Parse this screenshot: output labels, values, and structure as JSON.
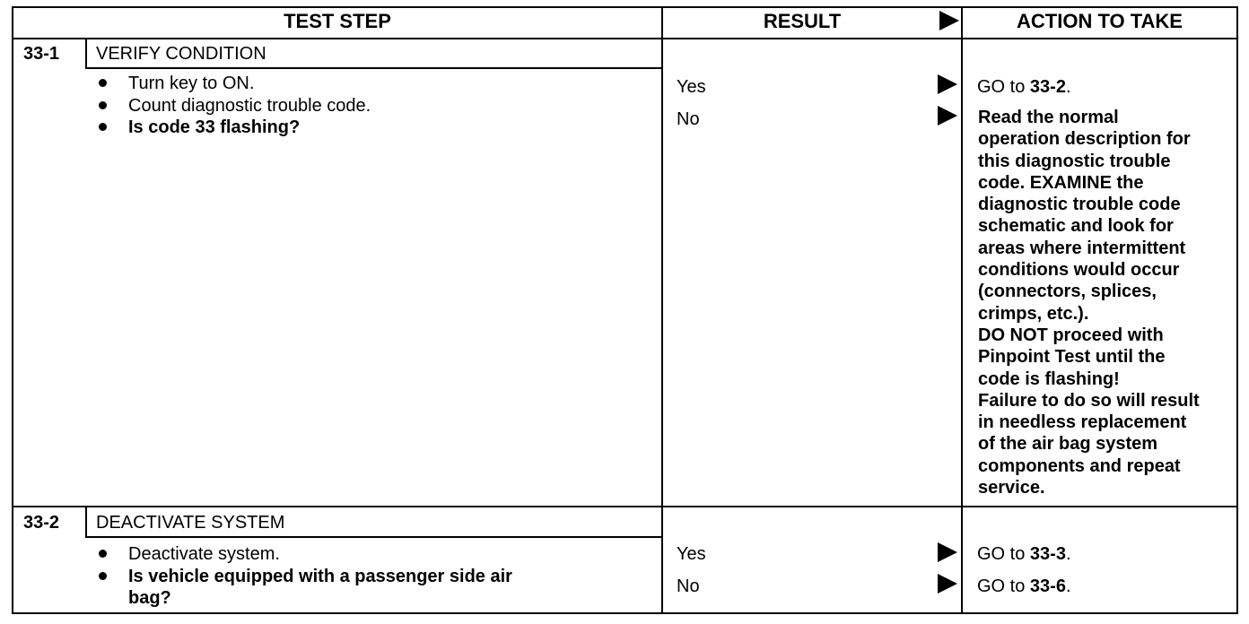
{
  "header": {
    "test_step": "TEST STEP",
    "result": "RESULT",
    "action": "ACTION TO TAKE"
  },
  "steps": [
    {
      "number": "33-1",
      "title": "VERIFY CONDITION",
      "bullets": [
        "Turn key to ON.",
        "Count diagnostic trouble code.",
        "Is code 33 flashing?"
      ],
      "results": [
        {
          "label": "Yes",
          "action_prefix": "GO to ",
          "action_ref": "33-2",
          "action_suffix": "."
        },
        {
          "label": "No",
          "action_lines": [
            "Read the normal",
            "operation description for",
            "this diagnostic trouble",
            "code. EXAMINE the",
            "diagnostic trouble code",
            "schematic and look for",
            "areas where intermittent",
            "conditions would occur",
            "(connectors, splices,",
            "crimps, etc.).",
            "DO NOT proceed with",
            "Pinpoint Test until the",
            "code is flashing!",
            "Failure to do so will result",
            "in needless replacement",
            "of the air bag system",
            "components and repeat",
            "service."
          ]
        }
      ]
    },
    {
      "number": "33-2",
      "title": "DEACTIVATE SYSTEM",
      "bullets": [
        "Deactivate system.",
        "Is vehicle equipped with a passenger side air",
        "bag?"
      ],
      "results": [
        {
          "label": "Yes",
          "action_prefix": "GO to ",
          "action_ref": "33-3",
          "action_suffix": "."
        },
        {
          "label": "No",
          "action_prefix": "GO to ",
          "action_ref": "33-6",
          "action_suffix": "."
        }
      ]
    }
  ]
}
